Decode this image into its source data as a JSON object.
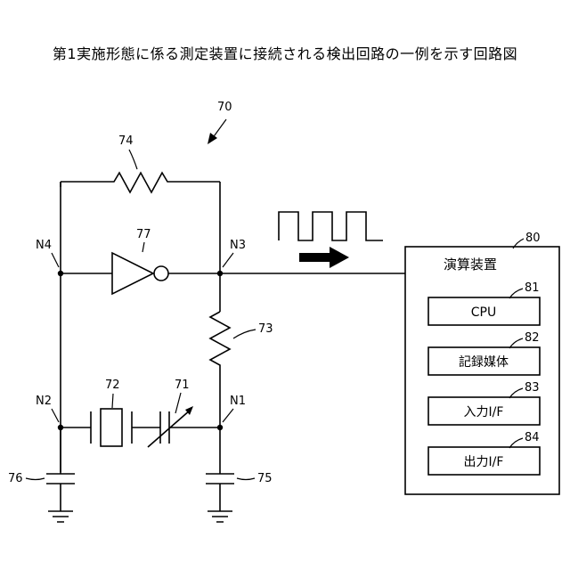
{
  "title": "第1実施形態に係る測定装置に接続される検出回路の一例を示す回路図",
  "references": {
    "circuit": "70",
    "crystal": "72",
    "variable_capacitor": "71",
    "resistor_feedback": "74",
    "resistor_series": "73",
    "inverter": "77",
    "capacitor_left": "76",
    "capacitor_right": "75"
  },
  "nodes": {
    "n1": "N1",
    "n2": "N2",
    "n3": "N3",
    "n4": "N4"
  },
  "device": {
    "ref": "80",
    "name": "演算装置",
    "blocks": [
      {
        "ref": "81",
        "label": "CPU"
      },
      {
        "ref": "82",
        "label": "記録媒体"
      },
      {
        "ref": "83",
        "label": "入力I/F"
      },
      {
        "ref": "84",
        "label": "出力I/F"
      }
    ]
  }
}
